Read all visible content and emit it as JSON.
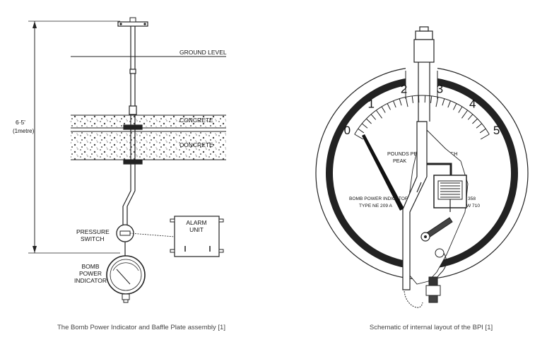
{
  "left_figure": {
    "labels": {
      "ground_level": "GROUND LEVEL",
      "concrete_1": "CONCRETE",
      "concrete_2": "CONCRETE",
      "height_value": "6·5'",
      "height_unit": "(1metre)",
      "alarm_line1": "ALARM",
      "alarm_line2": "UNIT",
      "pressure_line1": "PRESSURE",
      "pressure_line2": "SWITCH",
      "bpi_line1": "BOMB",
      "bpi_line2": "POWER",
      "bpi_line3": "INDICATOR"
    },
    "caption": "The Bomb Power Indicator and Baffle Plate assembly [1]"
  },
  "right_figure": {
    "scale_numbers": [
      "0",
      "1",
      "2",
      "3",
      "4",
      "5"
    ],
    "dial_text": {
      "unit_line1": "POUNDS PER SQUARE INCH",
      "unit_line2": "PEAK",
      "maker_line1": "BOMB POWER INDICATOR",
      "maker_line2": "TYPE NE 209 A",
      "ref_line1": "358",
      "ref_line2": "W 710"
    },
    "caption": "Schematic of internal layout of the BPI [1]"
  }
}
